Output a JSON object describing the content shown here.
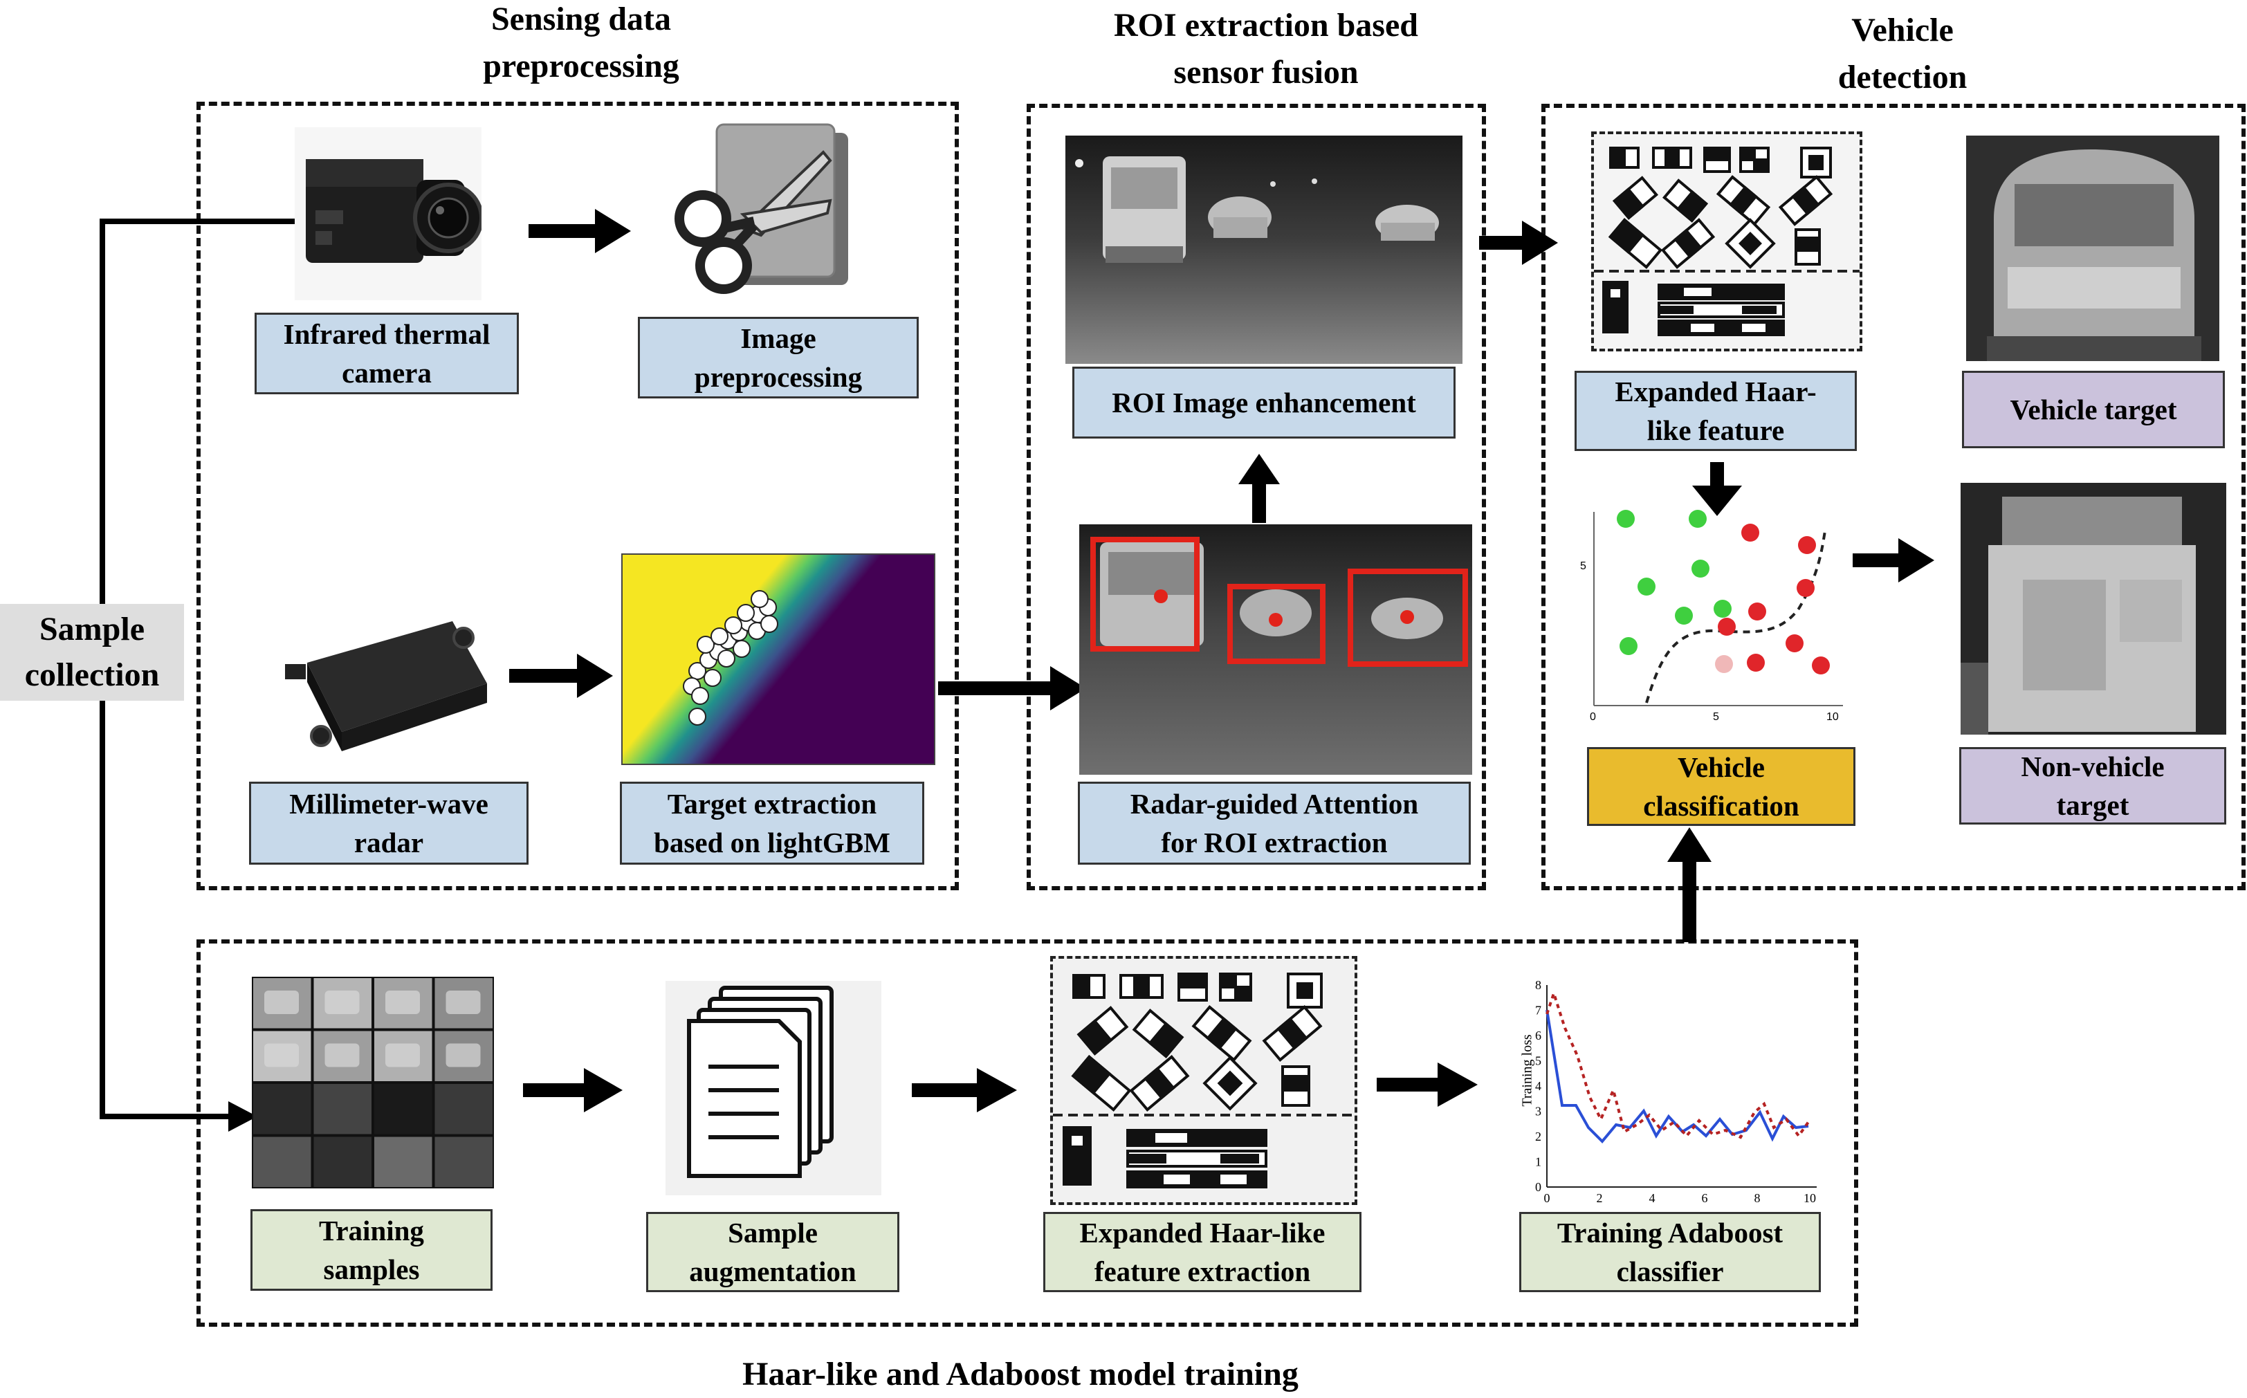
{
  "sections": {
    "preprocessing_title": "Sensing data\npreprocessing",
    "fusion_title": "ROI extraction based\nsensor fusion",
    "detection_title": "Vehicle\ndetection",
    "training_title": "Haar-like and Adaboost model training",
    "sample_collection": "Sample\ncollection"
  },
  "labels": {
    "infrared_camera": "Infrared thermal\ncamera",
    "image_preprocessing": "Image\npreprocessing",
    "mmwave_radar": "Millimeter-wave\nradar",
    "target_extraction": "Target extraction\nbased on lightGBM",
    "roi_enhancement": "ROI Image enhancement",
    "radar_attention": "Radar-guided Attention\nfor ROI extraction",
    "haar_feature": "Expanded Haar-\nlike feature",
    "vehicle_classification": "Vehicle\nclassification",
    "vehicle_target": "Vehicle target",
    "non_vehicle_target": "Non-vehicle\ntarget",
    "training_samples": "Training\nsamples",
    "sample_augmentation": "Sample\naugmentation",
    "haar_extraction": "Expanded Haar-like\nfeature extraction",
    "adaboost_training": "Training Adaboost\nclassifier"
  },
  "scatter_axes": {
    "x_ticks": [
      "0",
      "5",
      "10"
    ],
    "y_ticks": [
      "5"
    ]
  },
  "loss_chart": {
    "ylabel": "Training loss",
    "y_ticks": [
      "0",
      "1",
      "2",
      "3",
      "4",
      "5",
      "6",
      "7",
      "8"
    ],
    "x_ticks": [
      "0",
      "2",
      "4",
      "6",
      "8",
      "10"
    ]
  },
  "colors": {
    "label_blue": "#c7d9ea",
    "label_green": "#dfe8d2",
    "label_purple": "#cbc2dc",
    "label_gold": "#e9bb2d",
    "roi_red": "#e2231a",
    "point_green": "#3fcf3f",
    "point_red": "#e0252a"
  }
}
